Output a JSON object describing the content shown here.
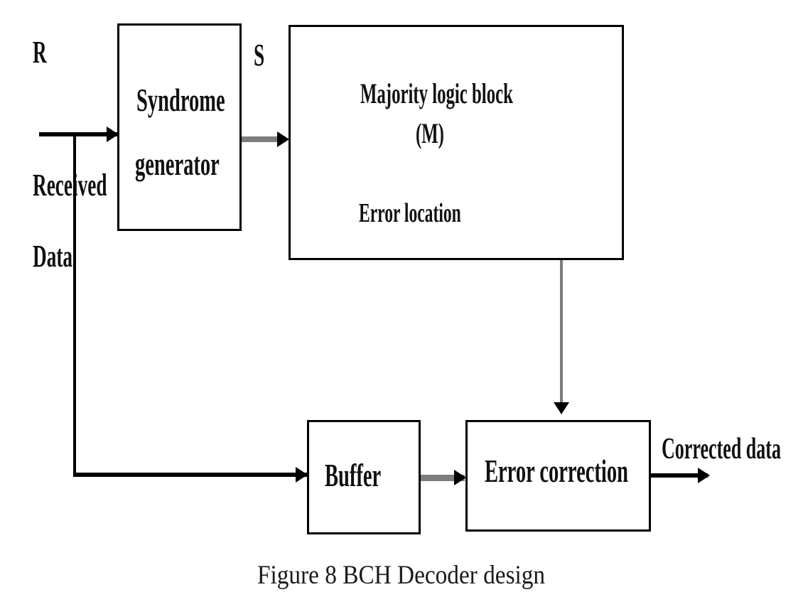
{
  "figure": {
    "caption": "Figure 8 BCH Decoder design",
    "signals": {
      "input_symbol": "R",
      "input_line1": "Received",
      "input_line2": "Data",
      "syndrome_out_symbol": "S",
      "output_label": "Corrected data"
    },
    "blocks": [
      {
        "id": "syndrome-generator",
        "line1": "Syndrome",
        "line2": "generator"
      },
      {
        "id": "majority-logic-block",
        "line1": "Majority logic block",
        "line2": "(M)",
        "line3": "Error location"
      },
      {
        "id": "buffer",
        "line1": "Buffer"
      },
      {
        "id": "error-correction",
        "line1": "Error correction"
      }
    ],
    "colors": {
      "stroke": "#000000",
      "gray_stroke": "#7d7d7d",
      "background": "#ffffff",
      "text": "#111111"
    }
  }
}
